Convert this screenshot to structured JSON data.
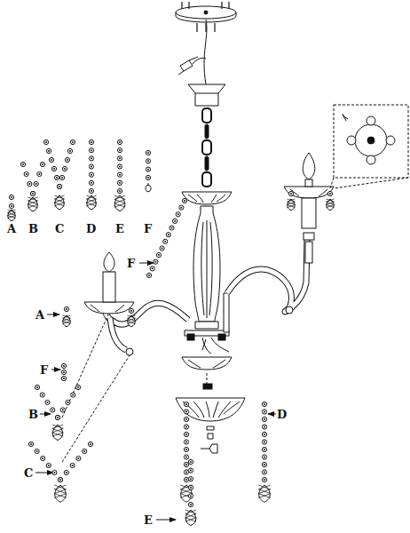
{
  "diagram": {
    "labels": [
      "A",
      "B",
      "C",
      "D",
      "E",
      "F",
      "F",
      "A",
      "F",
      "B",
      "C",
      "D",
      "E"
    ]
  }
}
